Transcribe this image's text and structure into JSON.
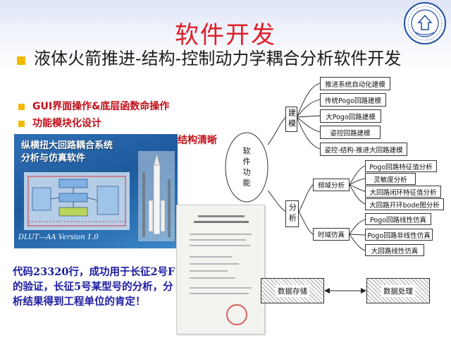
{
  "slide": {
    "title": "软件开发",
    "main_bullet": "液体火箭推进-结构-控制动力学耦合分析软件开发",
    "sub_bullets": [
      "GUI界面操作&底层函数命操作",
      "功能模块化设计"
    ],
    "sub_bullet_3_tail": "结构清晰",
    "splash": {
      "title_line1": "纵横扭大回路耦合系统",
      "title_line2": "分析与仿真软件",
      "version": "DLUT—AA Version 1.0"
    },
    "code_text": "代码23320行，成功用于长征2号F的验证，长征5号某型号的分析，分析结果得到工程单位的肯定！"
  },
  "diagram": {
    "root": "软件功能",
    "build": "建模",
    "build_items": [
      "推进系统自动化建模",
      "传统Pogo回路建模",
      "大Pogo回路建模",
      "姿控回路建模",
      "姿控-结构-推进大回路建模"
    ],
    "analysis": "分析",
    "freq": "频域分析",
    "freq_items": [
      "Pogo回路特征值分析",
      "灵敏度分析",
      "大回路闭环特征值分析",
      "大回路开环bode图分析"
    ],
    "time": "时域仿真",
    "time_items": [
      "Pogo回路线性仿真",
      "Pogo回路非线性仿真",
      "大回路线性仿真"
    ],
    "storage": "数据存储",
    "processing": "数据处理"
  },
  "colors": {
    "title": "#e0202a",
    "bullet": "#f1b900",
    "sub_text": "#c0101a",
    "code_text": "#1c1ca0"
  }
}
